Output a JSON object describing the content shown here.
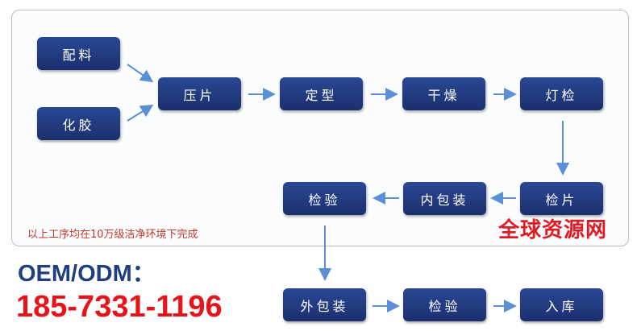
{
  "steps": {
    "peiliao": "配料",
    "huajiao": "化胶",
    "yapian": "压片",
    "dingxing": "定型",
    "ganzao": "干燥",
    "dengjian": "灯检",
    "jianpian": "检片",
    "neibaozhuang": "内包装",
    "jianyan1": "检验",
    "waibaozhuang": "外包装",
    "jianyan2": "检验",
    "ruku": "入库"
  },
  "note": "以上工序均在10万级洁净环境下完成",
  "oem_label": "OEM/ODM：",
  "phone": "185-7331-1196",
  "watermark": "全球资源网",
  "colors": {
    "box": "#1f3a7a",
    "arrow": "#5b8fd6",
    "phone": "#e8141b"
  }
}
